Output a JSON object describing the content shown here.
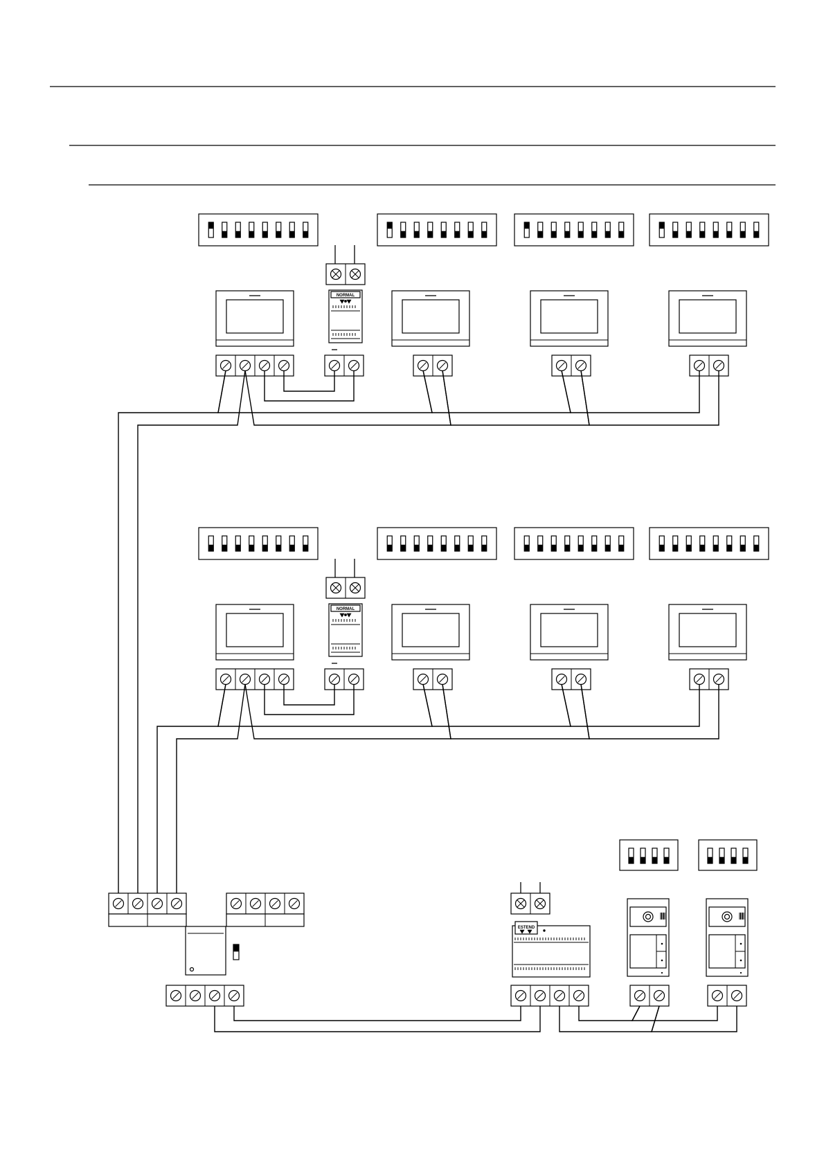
{
  "power_supply_logo": "NORMAL",
  "controller_logo": "ESTEND",
  "dip_switches": {
    "floor1": [
      [
        1,
        0,
        0,
        0,
        0,
        0,
        0,
        0
      ],
      [
        1,
        0,
        0,
        0,
        0,
        0,
        0,
        0
      ],
      [
        1,
        0,
        0,
        0,
        0,
        0,
        0,
        0
      ],
      [
        1,
        0,
        0,
        0,
        0,
        0,
        0,
        0
      ]
    ],
    "floor2": [
      [
        0,
        0,
        0,
        0,
        0,
        0,
        0,
        0
      ],
      [
        0,
        0,
        0,
        0,
        0,
        0,
        0,
        0
      ],
      [
        0,
        0,
        0,
        0,
        0,
        0,
        0,
        0
      ],
      [
        0,
        0,
        0,
        0,
        0,
        0,
        0,
        0
      ]
    ],
    "door_panels": [
      [
        0,
        0,
        0,
        0
      ],
      [
        0,
        0,
        0,
        0
      ]
    ]
  },
  "colors": {
    "line": "#000000",
    "background": "#ffffff"
  }
}
